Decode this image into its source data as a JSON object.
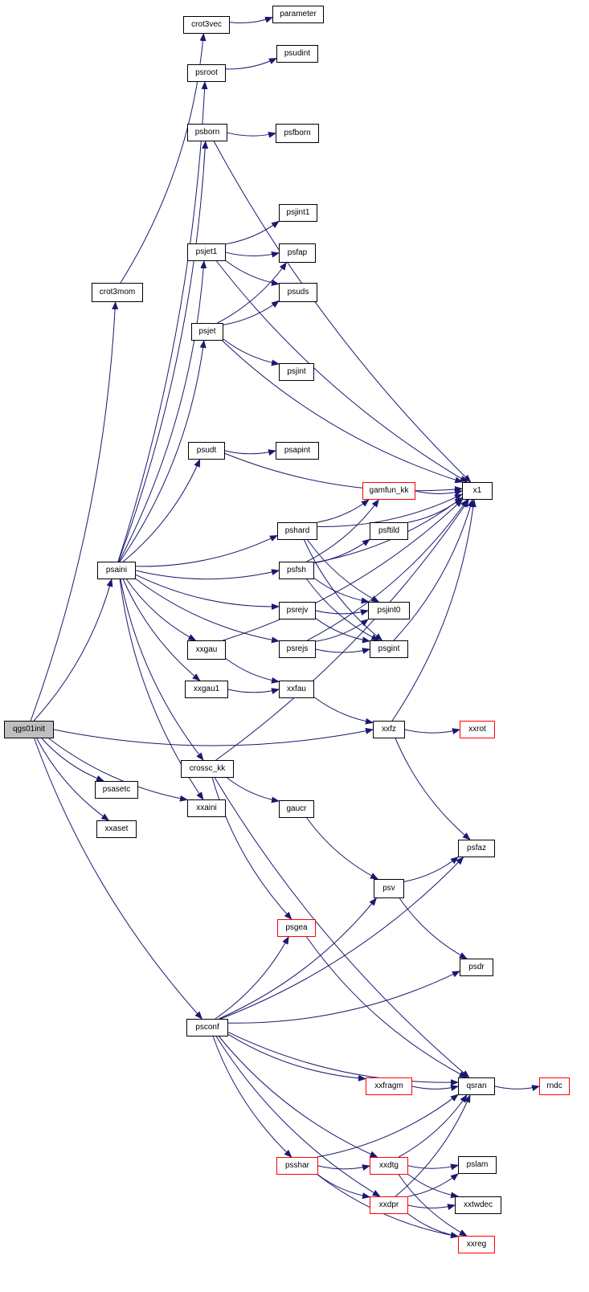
{
  "graph": {
    "root": "qgs01init",
    "colors": {
      "edge": "#191970",
      "node_border": "#000000",
      "truncated_border": "#ff0000",
      "root_fill": "#bfbfbf"
    },
    "nodes": [
      {
        "id": "qgs01init",
        "label": "qgs01init",
        "root": true
      },
      {
        "id": "crot3mom",
        "label": "crot3mom"
      },
      {
        "id": "crot3vec",
        "label": "crot3vec"
      },
      {
        "id": "parameter",
        "label": "parameter"
      },
      {
        "id": "psroot",
        "label": "psroot"
      },
      {
        "id": "psudint",
        "label": "psudint"
      },
      {
        "id": "psborn",
        "label": "psborn"
      },
      {
        "id": "psfborn",
        "label": "psfborn"
      },
      {
        "id": "psjint1",
        "label": "psjint1"
      },
      {
        "id": "psjet1",
        "label": "psjet1"
      },
      {
        "id": "psfap",
        "label": "psfap"
      },
      {
        "id": "psuds",
        "label": "psuds"
      },
      {
        "id": "psjet",
        "label": "psjet"
      },
      {
        "id": "psjint",
        "label": "psjint"
      },
      {
        "id": "psudt",
        "label": "psudt"
      },
      {
        "id": "psapint",
        "label": "psapint"
      },
      {
        "id": "gamfun_kk",
        "label": "gamfun_kk",
        "truncated": true
      },
      {
        "id": "x1",
        "label": "x1"
      },
      {
        "id": "pshard",
        "label": "pshard"
      },
      {
        "id": "psftild",
        "label": "psftild"
      },
      {
        "id": "psaini",
        "label": "psaini"
      },
      {
        "id": "psfsh",
        "label": "psfsh"
      },
      {
        "id": "psrejv",
        "label": "psrejv"
      },
      {
        "id": "psjint0",
        "label": "psjint0"
      },
      {
        "id": "psrejs",
        "label": "psrejs"
      },
      {
        "id": "psgint",
        "label": "psgint"
      },
      {
        "id": "xxgau",
        "label": "xxgau"
      },
      {
        "id": "xxgau1",
        "label": "xxgau1"
      },
      {
        "id": "xxfau",
        "label": "xxfau"
      },
      {
        "id": "xxfz",
        "label": "xxfz"
      },
      {
        "id": "xxrot",
        "label": "xxrot",
        "truncated": true
      },
      {
        "id": "crossc_kk",
        "label": "crossc_kk"
      },
      {
        "id": "psasetc",
        "label": "psasetc"
      },
      {
        "id": "xxaini",
        "label": "xxaini"
      },
      {
        "id": "xxaset",
        "label": "xxaset"
      },
      {
        "id": "gaucr",
        "label": "gaucr"
      },
      {
        "id": "psfaz",
        "label": "psfaz"
      },
      {
        "id": "psv",
        "label": "psv"
      },
      {
        "id": "psgea",
        "label": "psgea",
        "truncated": true
      },
      {
        "id": "psdr",
        "label": "psdr"
      },
      {
        "id": "psconf",
        "label": "psconf"
      },
      {
        "id": "xxfragm",
        "label": "xxfragm",
        "truncated": true
      },
      {
        "id": "qsran",
        "label": "qsran"
      },
      {
        "id": "rndc",
        "label": "rndc",
        "truncated": true
      },
      {
        "id": "psshar",
        "label": "psshar",
        "truncated": true
      },
      {
        "id": "xxdtg",
        "label": "xxdtg",
        "truncated": true
      },
      {
        "id": "pslam",
        "label": "pslam"
      },
      {
        "id": "xxdpr",
        "label": "xxdpr",
        "truncated": true
      },
      {
        "id": "xxtwdec",
        "label": "xxtwdec"
      },
      {
        "id": "xxreg",
        "label": "xxreg",
        "truncated": true
      }
    ],
    "edges": [
      [
        "qgs01init",
        "crot3mom"
      ],
      [
        "qgs01init",
        "psaini"
      ],
      [
        "qgs01init",
        "psasetc"
      ],
      [
        "qgs01init",
        "xxaset"
      ],
      [
        "qgs01init",
        "xxaini"
      ],
      [
        "qgs01init",
        "psconf"
      ],
      [
        "qgs01init",
        "xxfz"
      ],
      [
        "crot3mom",
        "crot3vec"
      ],
      [
        "crot3vec",
        "parameter"
      ],
      [
        "psaini",
        "psroot"
      ],
      [
        "psaini",
        "psborn"
      ],
      [
        "psaini",
        "psjet1"
      ],
      [
        "psaini",
        "psjet"
      ],
      [
        "psaini",
        "psudt"
      ],
      [
        "psaini",
        "pshard"
      ],
      [
        "psaini",
        "psfsh"
      ],
      [
        "psaini",
        "psrejv"
      ],
      [
        "psaini",
        "psrejs"
      ],
      [
        "psaini",
        "xxgau"
      ],
      [
        "psaini",
        "xxgau1"
      ],
      [
        "psaini",
        "crossc_kk"
      ],
      [
        "psaini",
        "xxaini"
      ],
      [
        "psroot",
        "psudint"
      ],
      [
        "psborn",
        "psfborn"
      ],
      [
        "psborn",
        "x1"
      ],
      [
        "psjet1",
        "psjint1"
      ],
      [
        "psjet1",
        "psfap"
      ],
      [
        "psjet1",
        "psuds"
      ],
      [
        "psjet1",
        "x1"
      ],
      [
        "psjet",
        "psfap"
      ],
      [
        "psjet",
        "psuds"
      ],
      [
        "psjet",
        "psjint"
      ],
      [
        "psjet",
        "x1"
      ],
      [
        "psudt",
        "psapint"
      ],
      [
        "psudt",
        "x1"
      ],
      [
        "gamfun_kk",
        "x1"
      ],
      [
        "pshard",
        "gamfun_kk"
      ],
      [
        "pshard",
        "x1"
      ],
      [
        "pshard",
        "psjint0"
      ],
      [
        "pshard",
        "psgint"
      ],
      [
        "psfsh",
        "gamfun_kk"
      ],
      [
        "psfsh",
        "psftild"
      ],
      [
        "psfsh",
        "x1"
      ],
      [
        "psfsh",
        "psjint0"
      ],
      [
        "psfsh",
        "psgint"
      ],
      [
        "psftild",
        "x1"
      ],
      [
        "psrejv",
        "psjint0"
      ],
      [
        "psrejv",
        "psgint"
      ],
      [
        "psrejs",
        "psjint0"
      ],
      [
        "psrejs",
        "psgint"
      ],
      [
        "psrejs",
        "x1"
      ],
      [
        "psgint",
        "x1"
      ],
      [
        "xxgau",
        "x1"
      ],
      [
        "xxgau",
        "xxfau"
      ],
      [
        "xxgau1",
        "xxfau"
      ],
      [
        "xxfau",
        "xxfz"
      ],
      [
        "xxfz",
        "x1"
      ],
      [
        "xxfz",
        "xxrot"
      ],
      [
        "xxfz",
        "psfaz"
      ],
      [
        "crossc_kk",
        "x1"
      ],
      [
        "crossc_kk",
        "gaucr"
      ],
      [
        "crossc_kk",
        "psgea"
      ],
      [
        "crossc_kk",
        "qsran"
      ],
      [
        "gaucr",
        "psv"
      ],
      [
        "psv",
        "psfaz"
      ],
      [
        "psv",
        "psdr"
      ],
      [
        "psgea",
        "qsran"
      ],
      [
        "psconf",
        "psfaz"
      ],
      [
        "psconf",
        "psgea"
      ],
      [
        "psconf",
        "psv"
      ],
      [
        "psconf",
        "psdr"
      ],
      [
        "psconf",
        "qsran"
      ],
      [
        "psconf",
        "xxfragm"
      ],
      [
        "psconf",
        "psshar"
      ],
      [
        "psconf",
        "xxdtg"
      ],
      [
        "psconf",
        "xxdpr"
      ],
      [
        "xxfragm",
        "qsran"
      ],
      [
        "qsran",
        "rndc"
      ],
      [
        "psshar",
        "qsran"
      ],
      [
        "psshar",
        "xxdtg"
      ],
      [
        "psshar",
        "xxdpr"
      ],
      [
        "psshar",
        "xxreg"
      ],
      [
        "xxdtg",
        "qsran"
      ],
      [
        "xxdtg",
        "pslam"
      ],
      [
        "xxdtg",
        "xxtwdec"
      ],
      [
        "xxdtg",
        "xxreg"
      ],
      [
        "xxdpr",
        "qsran"
      ],
      [
        "xxdpr",
        "pslam"
      ],
      [
        "xxdpr",
        "xxtwdec"
      ],
      [
        "xxdpr",
        "xxreg"
      ]
    ]
  }
}
